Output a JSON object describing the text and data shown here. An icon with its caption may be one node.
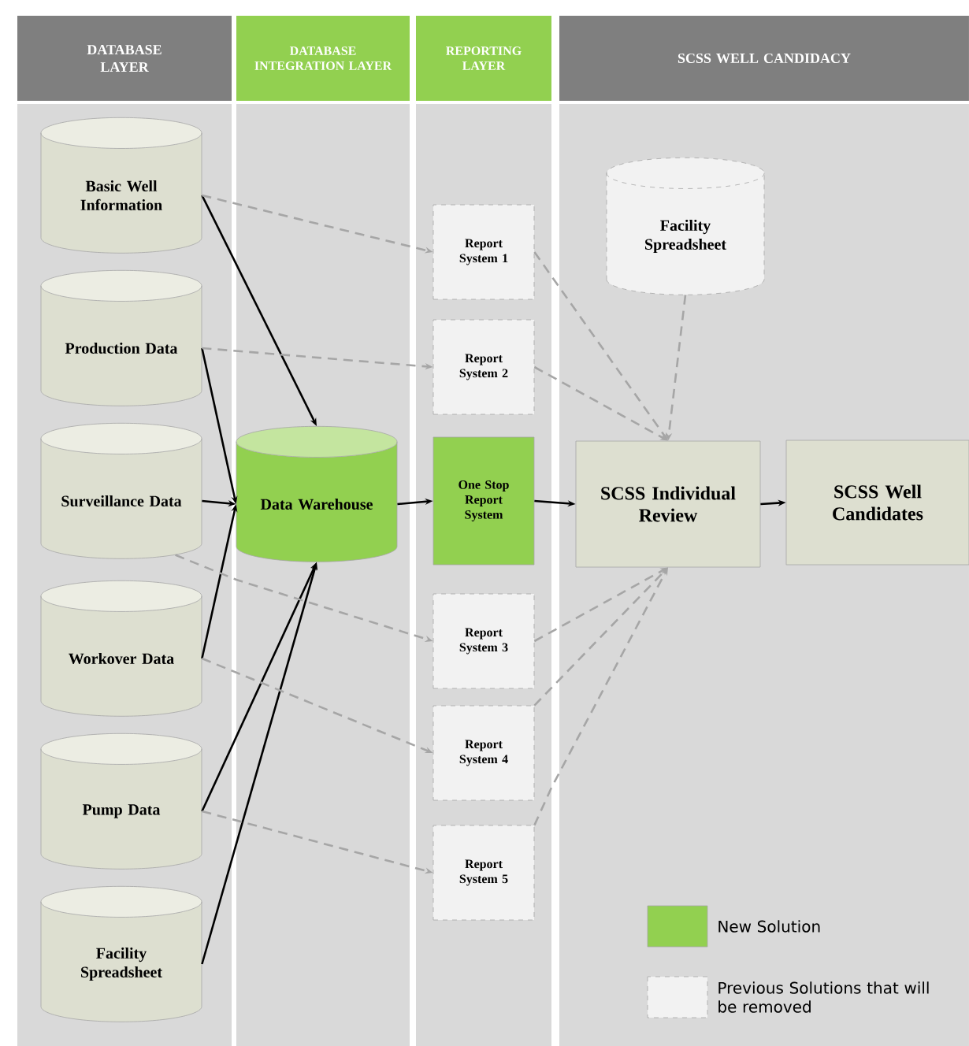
{
  "diagram": {
    "nodes": [
      {
        "text": [
          "DATABASE LAYER"
        ]
      },
      {
        "text": [
          "DATABASE INTEGRATION LAYER"
        ]
      },
      {
        "text": [
          "REPORTING LAYER"
        ]
      },
      {
        "text": [
          "SCSS WELL CANDIDACY"
        ]
      },
      {
        "text": [
          "Basic Well Information"
        ]
      },
      {
        "text": [
          "Production Data"
        ]
      },
      {
        "text": [
          "Surveillance Data"
        ]
      },
      {
        "text": [
          "Workover Data"
        ]
      },
      {
        "text": [
          "Pump Data"
        ]
      },
      {
        "text": [
          "Facility Spreadsheet"
        ]
      },
      {
        "text": [
          "Data Warehouse"
        ]
      },
      {
        "text": [
          "Report System 1"
        ]
      },
      {
        "text": [
          "Report System 2"
        ]
      },
      {
        "text": [
          "One Stop Report System"
        ]
      },
      {
        "text": [
          "Report System 3"
        ]
      },
      {
        "text": [
          "Report System 4"
        ]
      },
      {
        "text": [
          "Report System 5"
        ]
      },
      {
        "text": [
          "Facility Spreadsheet"
        ]
      },
      {
        "text": [
          "SCSS Individual Review"
        ]
      },
      {
        "text": [
          "SCSS Well Candidates"
        ]
      }
    ],
    "edges": [
      {
        "from": 4,
        "to": 10,
        "arrow": "to",
        "color": "#000000"
      },
      {
        "from": 5,
        "to": 10,
        "arrow": "to",
        "color": "#000000"
      },
      {
        "from": 6,
        "to": 10,
        "arrow": "to",
        "color": "#000000"
      },
      {
        "from": 7,
        "to": 10,
        "arrow": "to",
        "color": "#000000"
      },
      {
        "from": 8,
        "to": 10,
        "arrow": "to",
        "color": "#000000"
      },
      {
        "from": 9,
        "to": 10,
        "arrow": "to",
        "color": "#000000"
      },
      {
        "from": 10,
        "to": 13,
        "arrow": "to",
        "color": "#000000"
      },
      {
        "from": 13,
        "to": 18,
        "arrow": "to",
        "color": "#000000"
      },
      {
        "from": 18,
        "to": 19,
        "arrow": "to",
        "color": "#000000"
      },
      {
        "from": 4,
        "to": 11,
        "arrow": "to",
        "style": "dashed",
        "color": "#a6a6a6"
      },
      {
        "from": 5,
        "to": 12,
        "arrow": "to",
        "style": "dashed",
        "color": "#a6a6a6"
      },
      {
        "from": 6,
        "to": 14,
        "arrow": "to",
        "style": "dashed",
        "color": "#a6a6a6"
      },
      {
        "from": 7,
        "to": 15,
        "arrow": "to",
        "style": "dashed",
        "color": "#a6a6a6"
      },
      {
        "from": 8,
        "to": 16,
        "arrow": "to",
        "style": "dashed",
        "color": "#a6a6a6"
      },
      {
        "from": 11,
        "to": 18,
        "arrow": "to",
        "style": "dashed",
        "color": "#a6a6a6"
      },
      {
        "from": 12,
        "to": 18,
        "arrow": "to",
        "style": "dashed",
        "color": "#a6a6a6"
      },
      {
        "from": 17,
        "to": 18,
        "arrow": "to",
        "style": "dashed",
        "color": "#a6a6a6"
      },
      {
        "from": 14,
        "to": 18,
        "arrow": "to",
        "style": "dashed",
        "color": "#a6a6a6"
      },
      {
        "from": 15,
        "to": 18,
        "arrow": "to",
        "style": "dashed",
        "color": "#a6a6a6"
      },
      {
        "from": 16,
        "to": 18,
        "arrow": "to",
        "style": "dashed",
        "color": "#a6a6a6"
      }
    ],
    "legend": [
      {
        "text": "New Solution",
        "color": "#92d050"
      },
      {
        "text": "Previous Solutions that will be removed",
        "color": "#f2f2f2"
      }
    ]
  }
}
